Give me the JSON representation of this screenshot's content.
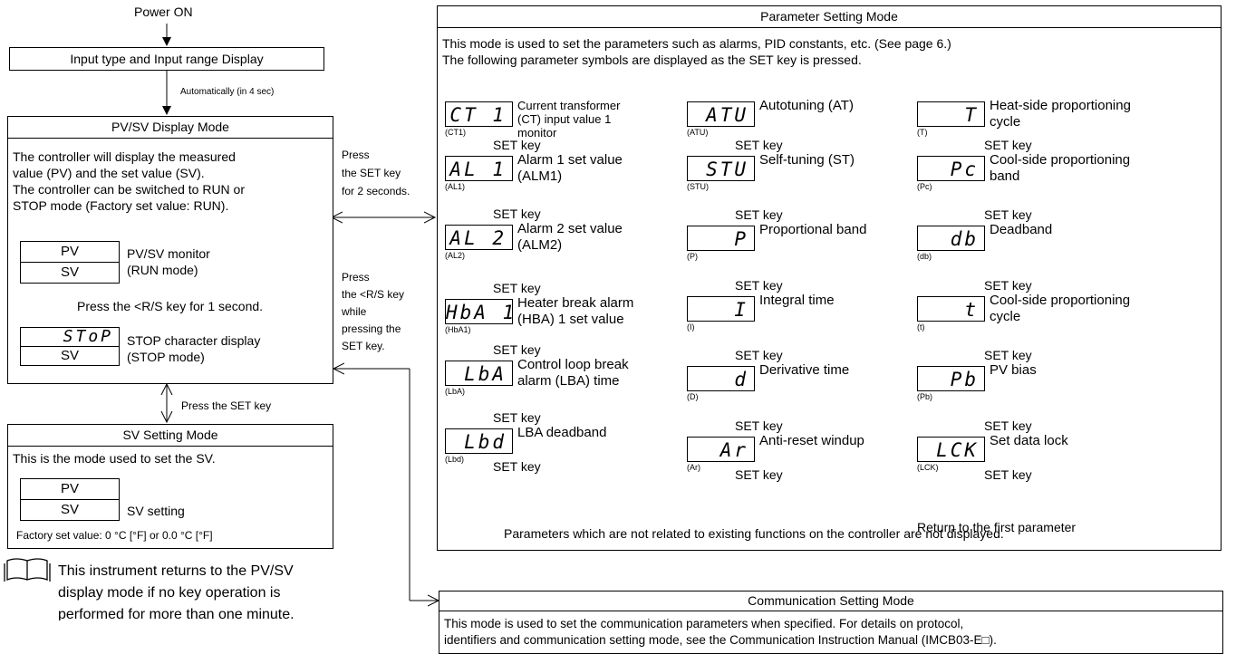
{
  "power_on": "Power ON",
  "input_display": "Input type and Input range Display",
  "auto_label": "Automatically (in 4 sec)",
  "pvsv_mode": {
    "title": "PV/SV Display Mode",
    "desc": [
      "The controller will display the measured",
      "value (PV) and the set value (SV).",
      "The controller can be switched to RUN or",
      "STOP mode (Factory set value: RUN)."
    ],
    "pv": "PV",
    "sv": "SV",
    "monitor_label": [
      "PV/SV monitor",
      "(RUN mode)"
    ],
    "rs_note": "Press the <R/S key for 1 second.",
    "stop_lcd": "SToP",
    "stop_sv": "SV",
    "stop_label": [
      "STOP character display",
      "(STOP mode)"
    ]
  },
  "press_set_key": "Press the SET key",
  "press_set_2s": [
    "Press",
    "the SET key",
    "for 2 seconds."
  ],
  "press_rs": [
    "Press",
    "the <R/S key",
    "while",
    "pressing the",
    "SET key."
  ],
  "sv_mode": {
    "title": "SV Setting Mode",
    "desc": "This is the mode used to set the SV.",
    "pv": "PV",
    "sv": "SV",
    "label": "SV setting",
    "factory": "Factory set value:   0 °C [°F] or 0.0 °C [°F]"
  },
  "note_return": [
    "This instrument returns to the PV/SV",
    "display mode if no key operation is",
    "performed for more than one minute."
  ],
  "param_mode": {
    "title": "Parameter Setting Mode",
    "desc": [
      "This mode is used to set the parameters such as alarms, PID constants, etc. (See page 6.)",
      "The following parameter symbols are displayed as the SET key is pressed."
    ],
    "set_key": "SET key",
    "columns": [
      [
        {
          "lcd": "CT 1",
          "code": "(CT1)",
          "label": [
            "Current transformer",
            "(CT) input value 1",
            "monitor"
          ]
        },
        {
          "lcd": "AL 1",
          "code": "(AL1)",
          "label": [
            "Alarm 1 set value",
            "(ALM1)"
          ]
        },
        {
          "lcd": "AL 2",
          "code": "(AL2)",
          "label": [
            "Alarm 2 set value",
            "(ALM2)"
          ]
        },
        {
          "lcd": "HbA 1",
          "code": "(HbA1)",
          "label": [
            "Heater break alarm",
            "(HBA) 1 set value"
          ]
        },
        {
          "lcd": "LbA",
          "code": "(LbA)",
          "label": [
            "Control loop break",
            "alarm (LBA) time"
          ]
        },
        {
          "lcd": "Lbd",
          "code": "(Lbd)",
          "label": [
            "LBA deadband"
          ]
        }
      ],
      [
        {
          "lcd": "ATU",
          "code": "(ATU)",
          "label": [
            "Autotuning (AT)"
          ]
        },
        {
          "lcd": "STU",
          "code": "(STU)",
          "label": [
            "Self-tuning (ST)"
          ]
        },
        {
          "lcd": "P",
          "code": "(P)",
          "label": [
            "Proportional band"
          ]
        },
        {
          "lcd": "I",
          "code": "(I)",
          "label": [
            "Integral time"
          ]
        },
        {
          "lcd": "d",
          "code": "(D)",
          "label": [
            "Derivative time"
          ]
        },
        {
          "lcd": "Ar",
          "code": "(Ar)",
          "label": [
            "Anti-reset windup"
          ]
        }
      ],
      [
        {
          "lcd": "T",
          "code": "(T)",
          "label": [
            "Heat-side proportioning",
            "cycle"
          ]
        },
        {
          "lcd": "Pc",
          "code": "(Pc)",
          "label": [
            "Cool-side proportioning",
            "band"
          ]
        },
        {
          "lcd": "db",
          "code": "(db)",
          "label": [
            "Deadband"
          ]
        },
        {
          "lcd": "t",
          "code": "(t)",
          "label": [
            "Cool-side proportioning",
            "cycle"
          ]
        },
        {
          "lcd": "Pb",
          "code": "(Pb)",
          "label": [
            "PV bias"
          ]
        },
        {
          "lcd": "LCK",
          "code": "(LCK)",
          "label": [
            "Set data lock"
          ]
        }
      ]
    ],
    "return_text": "Return to the first parameter",
    "note": "Parameters which are not related to existing functions on the controller are not displayed."
  },
  "comm_mode": {
    "title": "Communication Setting Mode",
    "desc": [
      "This mode is used to set the communication parameters when specified. For details on protocol,",
      "identifiers and communication setting mode, see the Communication Instruction Manual (IMCB03-E□)."
    ]
  }
}
